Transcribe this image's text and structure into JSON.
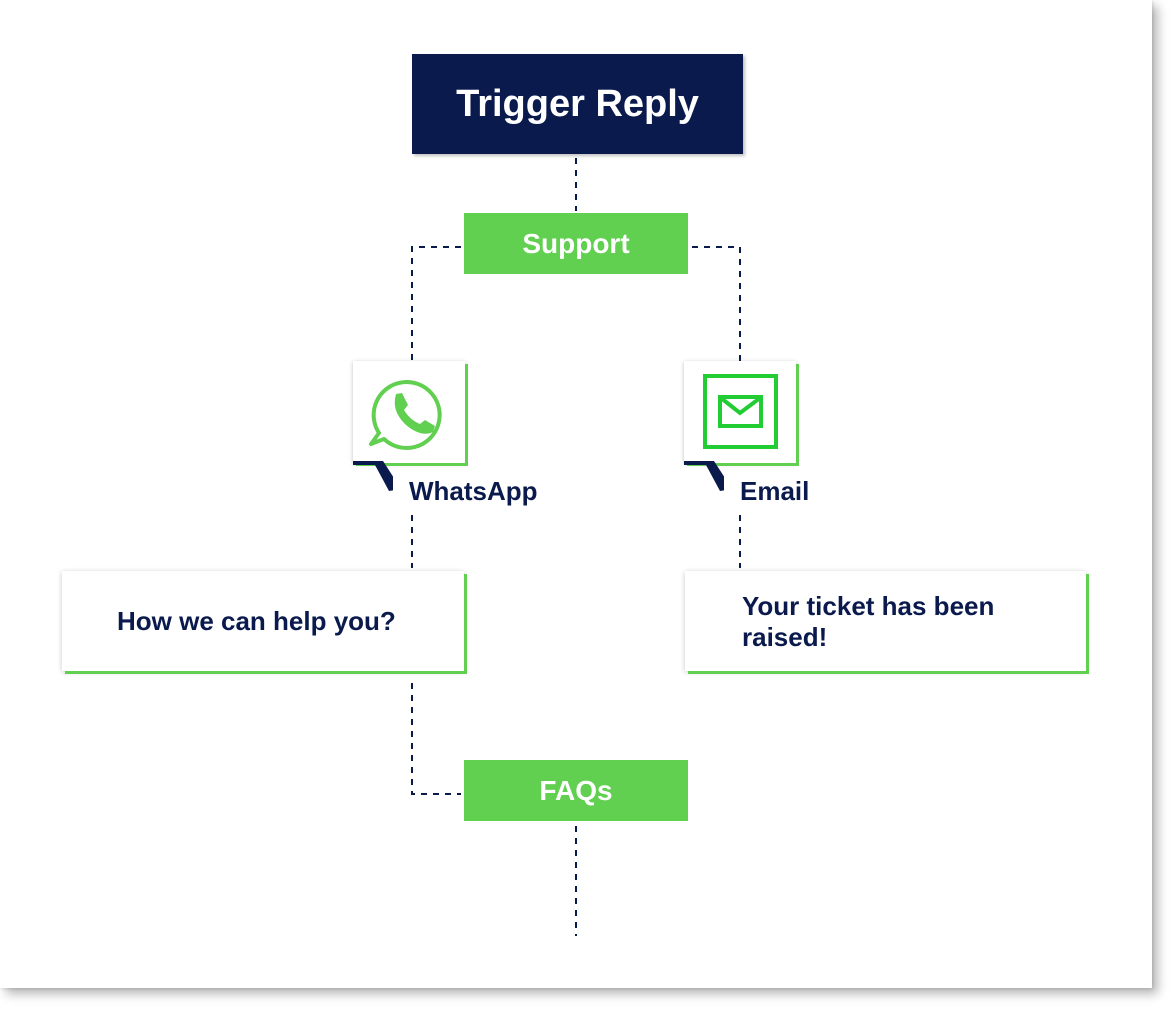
{
  "diagram": {
    "root": {
      "label": "Trigger Reply"
    },
    "support": {
      "label": "Support"
    },
    "channels": [
      {
        "label": "WhatsApp",
        "icon": "whatsapp-icon",
        "message": "How we can help you?"
      },
      {
        "label": "Email",
        "icon": "email-icon",
        "message": "Your ticket has been raised!"
      }
    ],
    "faqs": {
      "label": "FAQs"
    }
  },
  "colors": {
    "navy": "#0a1a4d",
    "green": "#61cf4f",
    "email_green": "#22cc33"
  }
}
